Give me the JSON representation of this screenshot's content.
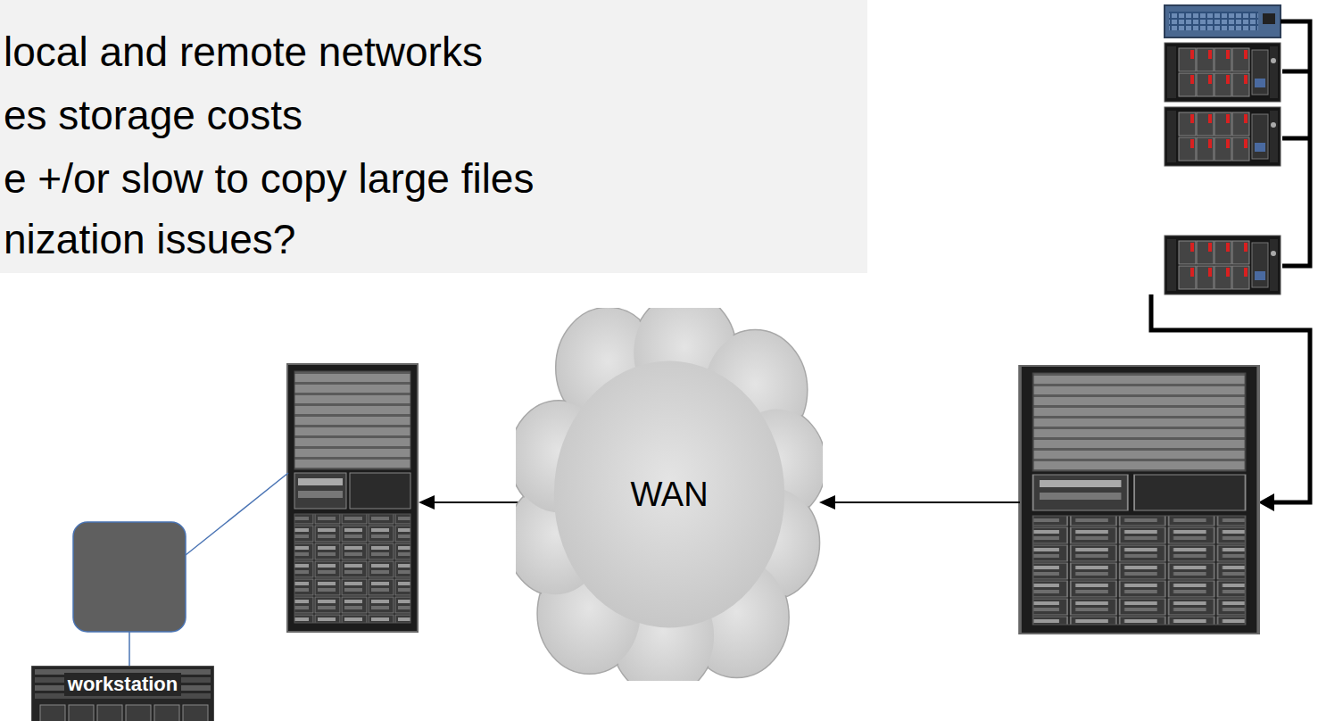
{
  "diagram": {
    "nodes": [
      {
        "text": [
          "WAN"
        ]
      },
      {
        "text": [
          "workstation"
        ]
      }
    ],
    "labels": [
      "local and remote networks",
      "es storage costs",
      "e +/or slow to copy large files",
      "nization issues?"
    ]
  }
}
